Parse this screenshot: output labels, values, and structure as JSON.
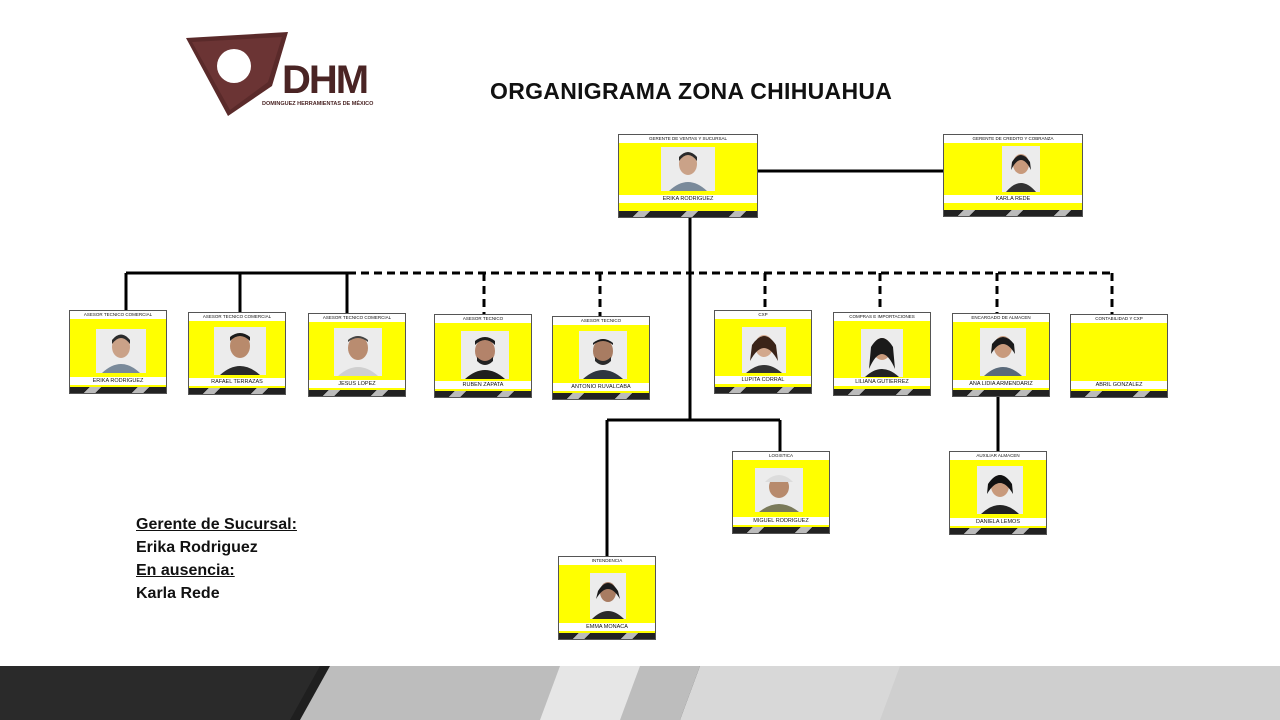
{
  "logo": {
    "text": "DHM",
    "subtext": "DOMINGUEZ HERRAMIENTAS DE MÉXICO"
  },
  "title": "ORGANIGRAMA ZONA CHIHUAHUA",
  "colors": {
    "card": "#ffff00",
    "line": "#000000"
  },
  "cards": {
    "manager": {
      "role": "GERENTE DE VENTAS Y SUCURSAL",
      "name": "ERIKA RODRIGUEZ"
    },
    "credit": {
      "role": "GERENTE DE CREDITO Y COBRANZA",
      "name": "KARLA REDE"
    },
    "tc1": {
      "role": "ASESOR TECNICO COMERCIAL",
      "name": "ERIKA RODRIGUEZ"
    },
    "tc2": {
      "role": "ASESOR TECNICO COMERCIAL",
      "name": "RAFAEL TERRAZAS"
    },
    "tc3": {
      "role": "ASESOR TECNICO COMERCIAL",
      "name": "JESUS LOPEZ"
    },
    "at1": {
      "role": "ASESOR TECNICO",
      "name": "RUBEN ZAPATA"
    },
    "at2": {
      "role": "ASESOR TECNICO",
      "name": "ANTONIO RUVALCABA"
    },
    "cxp": {
      "role": "CXP",
      "name": "LUPITA CORRAL"
    },
    "compras": {
      "role": "COMPRAS E IMPORTACIONES",
      "name": "LILIANA GUTIERREZ"
    },
    "almacen": {
      "role": "ENCARGADO DE ALMACEN",
      "name": "ANA LIDIA ARMENDARIZ"
    },
    "conta": {
      "role": "CONTABILIDAD Y CXP",
      "name": "ABRIL GONZALEZ"
    },
    "logistica": {
      "role": "LOGISTICA",
      "name": "MIGUEL RODRIGUEZ"
    },
    "auxiliar": {
      "role": "AUXILIAR ALMACEN",
      "name": "DANIELA LEMOS"
    },
    "intendencia": {
      "role": "INTENDENCIA",
      "name": "EMMA MONACA"
    }
  },
  "note": {
    "label1": "Gerente de Sucursal:",
    "value1": "Erika Rodriguez",
    "label2": "En ausencia:",
    "value2": "Karla Rede"
  }
}
